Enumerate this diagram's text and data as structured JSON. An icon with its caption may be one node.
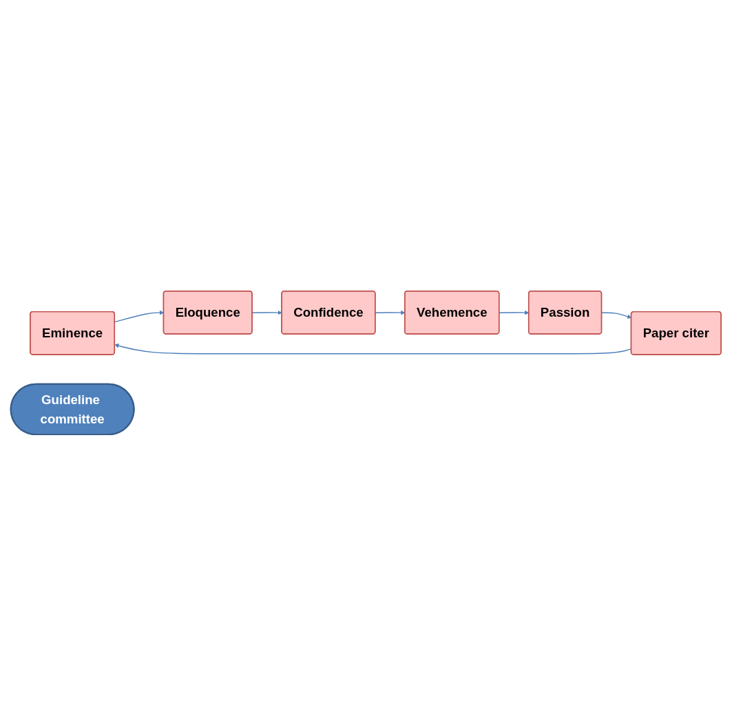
{
  "diagram": {
    "nodes": [
      {
        "text": [
          "Eminence"
        ]
      },
      {
        "text": [
          "Eloquence"
        ]
      },
      {
        "text": [
          "Confidence"
        ]
      },
      {
        "text": [
          "Vehemence"
        ]
      },
      {
        "text": [
          "Passion"
        ]
      },
      {
        "text": [
          "Paper citer"
        ]
      },
      {
        "text": [
          "Guideline committee"
        ]
      }
    ],
    "edges": [
      {
        "from": 0,
        "to": 1,
        "arrow": "to"
      },
      {
        "from": 1,
        "to": 2,
        "arrow": "to"
      },
      {
        "from": 2,
        "to": 3,
        "arrow": "to"
      },
      {
        "from": 3,
        "to": 4,
        "arrow": "to"
      },
      {
        "from": 4,
        "to": 5,
        "arrow": "to"
      },
      {
        "from": 5,
        "to": 0,
        "arrow": "to"
      }
    ]
  }
}
